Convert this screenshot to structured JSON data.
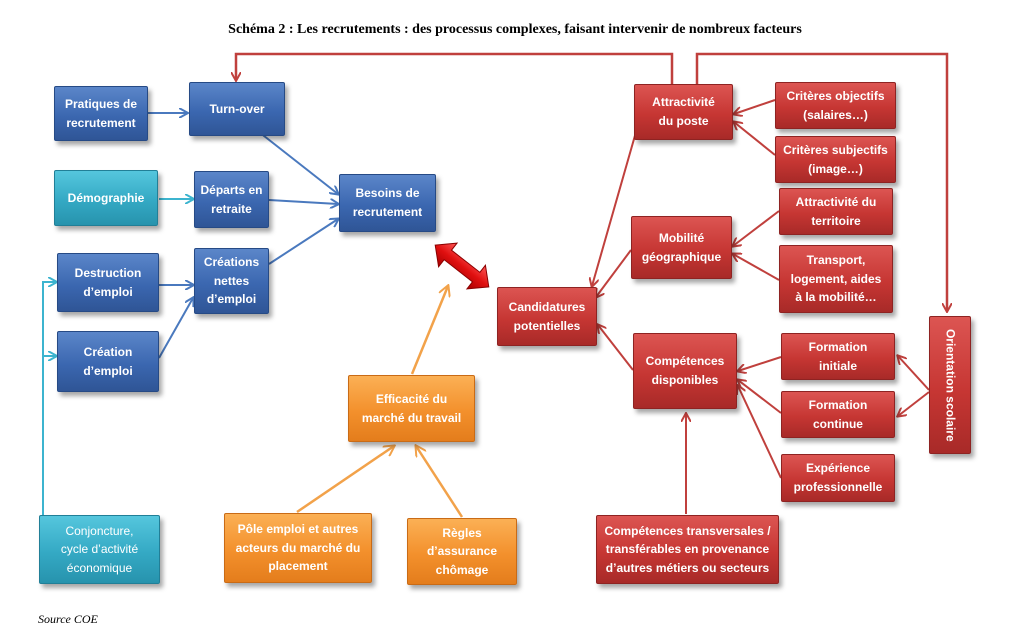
{
  "title": "Schéma 2 : Les recrutements : des processus complexes, faisant intervenir de nombreux facteurs",
  "source": "Source COE",
  "colors": {
    "blue": "#3b67b0",
    "teal": "#34a9c4",
    "red": "#c63633",
    "orange": "#f3902c",
    "blue_line": "#4a79be",
    "teal_line": "#3cb4cf",
    "red_line": "#c0403d",
    "orange_line": "#f2a24a"
  },
  "nodes": {
    "pratiques": "Pratiques de\nrecrutement",
    "turnover": "Turn-over",
    "demographie": "Démographie",
    "departs": "Départs en\nretraite",
    "destruction": "Destruction\nd’emploi",
    "creations_nettes": "Créations\nnettes\nd’emploi",
    "creation": "Création\nd’emploi",
    "besoins": "Besoins de\nrecrutement",
    "conjoncture": "Conjoncture,\ncycle d’activité\néconomique",
    "efficacite": "Efficacité du\nmarché du travail",
    "pole_emploi": "Pôle emploi et autres\nacteurs du marché du\nplacement",
    "regles": "Règles\nd’assurance\nchômage",
    "candidatures": "Candidatures\npotentielles",
    "attractivite_poste": "Attractivité\ndu poste",
    "criteres_objectifs": "Critères objectifs\n(salaires…)",
    "criteres_subjectifs": "Critères subjectifs\n(image…)",
    "mobilite": "Mobilité\ngéographique",
    "attractivite_territoire": "Attractivité du\nterritoire",
    "transport": "Transport,\nlogement, aides\nà la mobilité…",
    "competences": "Compétences\ndisponibles",
    "formation_initiale": "Formation\ninitiale",
    "formation_continue": "Formation\ncontinue",
    "experience": "Expérience\nprofessionnelle",
    "competences_transversales": "Compétences transversales /\ntransférables en provenance\nd’autres métiers ou secteurs",
    "orientation": "Orientation scolaire"
  }
}
